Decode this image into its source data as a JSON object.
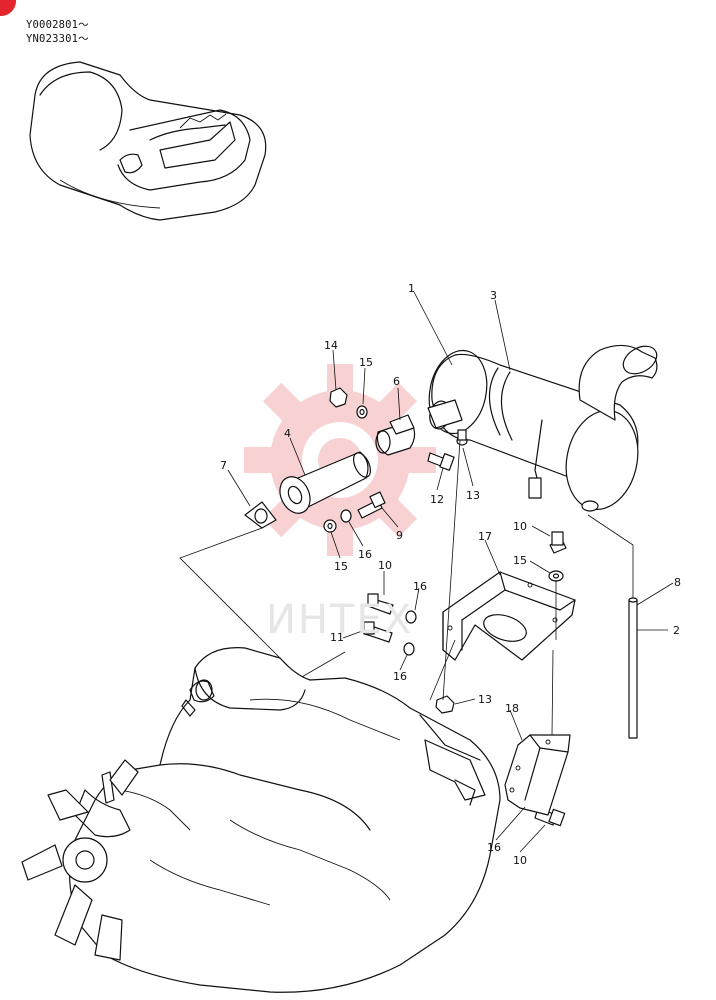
{
  "serials": [
    "Y0002801～",
    "YN023301～"
  ],
  "watermark": "ИНТЕХ",
  "colors": {
    "badge": "#e3262e",
    "watermark": "#f7c9cb",
    "line": "#111111"
  },
  "callouts": {
    "c1": "1",
    "c3": "3",
    "c14": "14",
    "c15a": "15",
    "c6": "6",
    "c4": "4",
    "c7": "7",
    "c12": "12",
    "c13a": "13",
    "c9": "9",
    "c16a": "16",
    "c15b": "15",
    "c10a": "10",
    "c15c": "15",
    "c17": "17",
    "c8": "8",
    "c2": "2",
    "c10b": "10",
    "c16b": "16",
    "c11": "11",
    "c16c": "16",
    "c13b": "13",
    "c18": "18",
    "c16d": "16",
    "c10c": "10"
  }
}
